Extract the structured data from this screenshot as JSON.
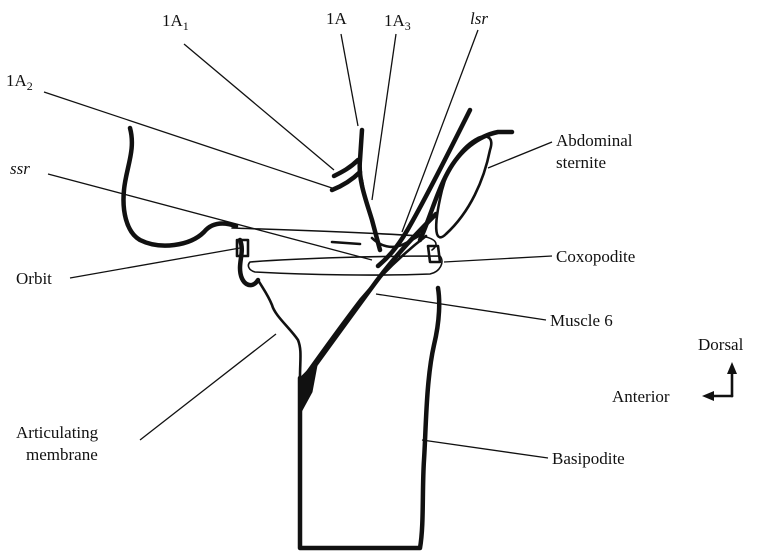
{
  "labels": {
    "a1_base": "1A",
    "a1_sub": "1",
    "a": "1A",
    "a3_base": "1A",
    "a3_sub": "3",
    "lsr": "lsr",
    "a2_base": "1A",
    "a2_sub": "2",
    "abdominal_sternite_line1": "Abdominal",
    "abdominal_sternite_line2": "sternite",
    "ssr": "ssr",
    "coxopodite": "Coxopodite",
    "orbit": "Orbit",
    "muscle6": "Muscle 6",
    "articulating_line1": "Articulating",
    "articulating_line2": "membrane",
    "basipodite": "Basipodite",
    "dorsal": "Dorsal",
    "anterior": "Anterior"
  }
}
